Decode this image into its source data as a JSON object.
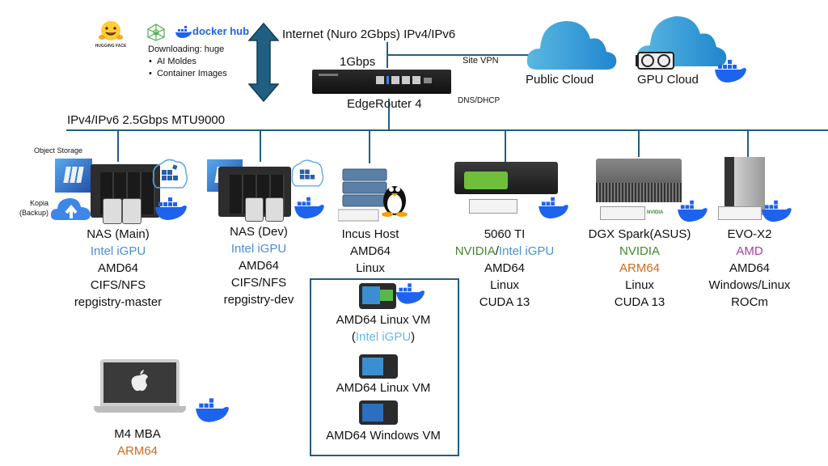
{
  "top": {
    "sources": {
      "hugging_face_label": "HUGGING FACE",
      "docker_hub_label": "docker hub",
      "downloading_title": "Downloading: huge",
      "downloading_items": [
        "AI Moldes",
        "Container Images"
      ]
    },
    "internet_label": "Internet (Nuro 2Gbps) IPv4/IPv6",
    "uplink_speed": "1Gbps",
    "site_vpn_label": "Site VPN",
    "router_label": "EdgeRouter 4",
    "router_service": "DNS/DHCP",
    "public_cloud_label": "Public Cloud",
    "gpu_cloud_label": "GPU Cloud"
  },
  "bus_label": "IPv4/IPv6 2.5Gbps MTU9000",
  "colors": {
    "line": "#1f5f82",
    "intel": "#4a90d0",
    "nvidia": "#3f8a2c",
    "arm": "#d2691e",
    "amd": "#a63fa8",
    "docker": "#1d63ed",
    "cloud": "#3a9ad9"
  },
  "nodes": {
    "nas_main": {
      "object_storage_label": "Object Storage",
      "backup_label_1": "Kopia",
      "backup_label_2": "(Backup)",
      "lines": [
        "NAS (Main)",
        "Intel iGPU",
        "AMD64",
        "CIFS/NFS",
        "repgistry-master"
      ]
    },
    "nas_dev": {
      "lines": [
        "NAS (Dev)",
        "Intel iGPU",
        "AMD64",
        "CIFS/NFS",
        "repgistry-dev"
      ]
    },
    "incus": {
      "lines": [
        "Incus Host",
        "AMD64",
        "Linux"
      ],
      "vms": [
        {
          "label": "AMD64 Linux VM",
          "sub_open": "(",
          "sub_gpu": "Intel iGPU",
          "sub_close": ")"
        },
        {
          "label": "AMD64 Linux VM"
        },
        {
          "label": "AMD64 Windows VM"
        }
      ]
    },
    "gpu5060": {
      "lines": [
        "5060 TI",
        "NVIDIA",
        "/",
        "Intel iGPU",
        "AMD64",
        "Linux",
        "CUDA 13"
      ]
    },
    "dgx": {
      "badge": "NVIDIA",
      "lines": [
        "DGX Spark(ASUS)",
        "NVIDIA",
        "ARM64",
        "Linux",
        "CUDA 13"
      ]
    },
    "evo": {
      "lines": [
        "EVO-X2",
        "AMD",
        "AMD64",
        "Windows/Linux",
        "ROCm"
      ]
    },
    "mba": {
      "lines": [
        "M4 MBA",
        "ARM64"
      ]
    }
  }
}
